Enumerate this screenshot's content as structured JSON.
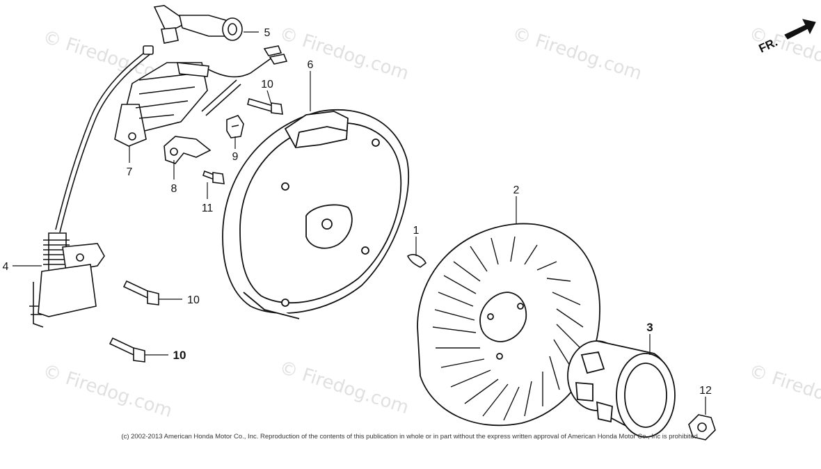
{
  "diagram": {
    "callouts": [
      "1",
      "2",
      "3",
      "4",
      "5",
      "6",
      "7",
      "8",
      "9",
      "10",
      "10",
      "10",
      "11",
      "12"
    ],
    "direction_label": "FR.",
    "watermark": "© Firedog.com",
    "copyright": "(c) 2002-2013 American Honda Motor Co., Inc. Reproduction of the contents of this publication in whole or in part without the express written approval of American Honda Motor Co., Inc is prohibited."
  }
}
